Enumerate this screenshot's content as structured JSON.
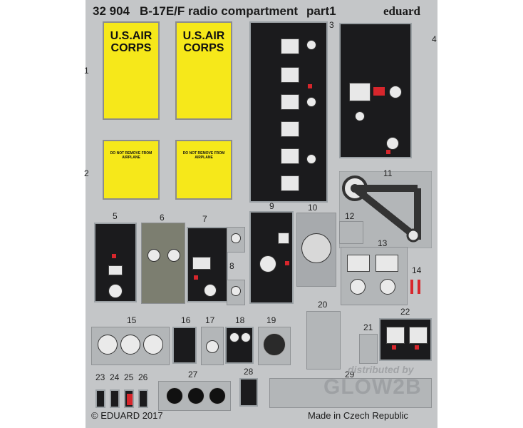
{
  "sheet": {
    "code": "32 904",
    "title": "B-17E/F radio compartment",
    "part": "part1",
    "brand": "eduard",
    "copyright": "© EDUARD 2017",
    "made_in": "Made in Czech Republic",
    "watermark_top": "distributed by",
    "watermark_bottom": "GLOW2B"
  },
  "placards": {
    "large": "U.S.AIR CORPS",
    "small": "DO NOT REMOVE FROM AIRPLANE"
  },
  "part_numbers": [
    "1",
    "2",
    "3",
    "4",
    "5",
    "6",
    "7",
    "8",
    "9",
    "10",
    "11",
    "12",
    "13",
    "14",
    "15",
    "16",
    "17",
    "18",
    "19",
    "20",
    "21",
    "22",
    "23",
    "24",
    "25",
    "26",
    "27",
    "28",
    "29"
  ],
  "colors": {
    "fret": "#c4c6c8",
    "panel": "#1b1b1d",
    "placard_yellow": "#f6e81a",
    "accent_red": "#d7262c"
  }
}
